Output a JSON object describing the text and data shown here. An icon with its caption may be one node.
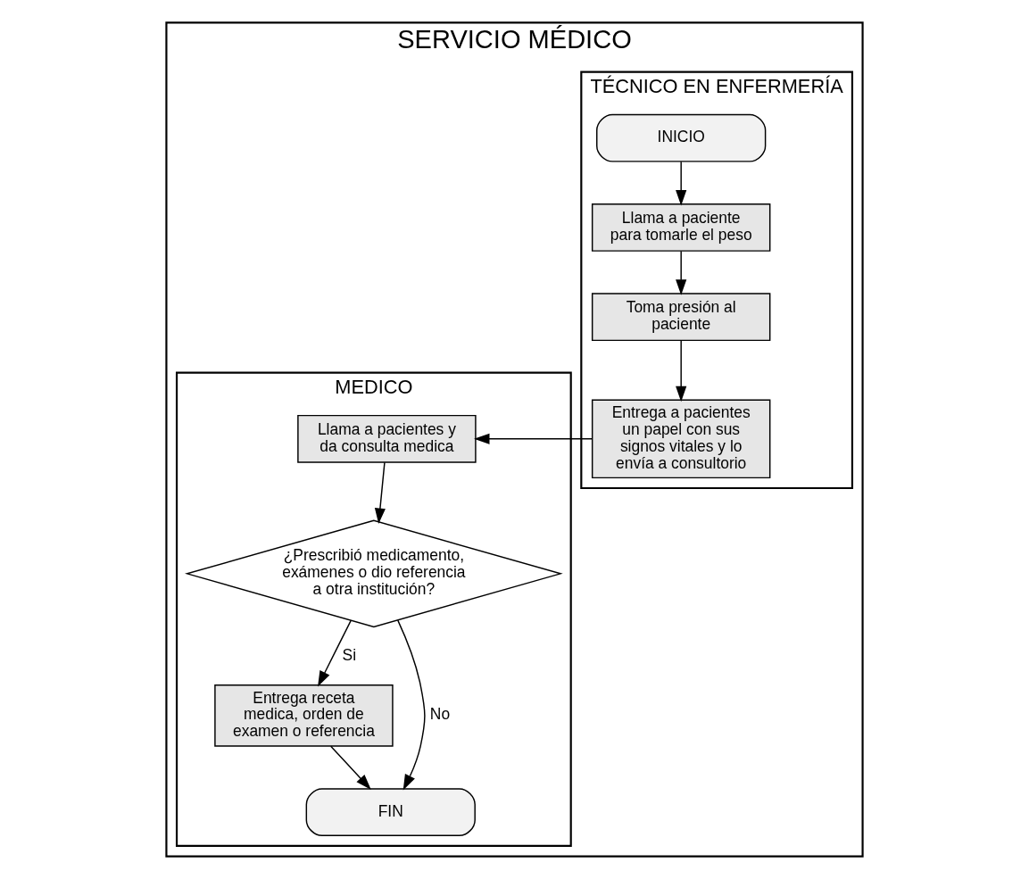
{
  "diagram": {
    "nodes": [
      {
        "text": [
          "SERVICIO MÉDICO"
        ]
      },
      {
        "text": [
          "TÉCNICO EN ENFERMERÍA"
        ],
        "in": 0
      },
      {
        "text": [
          "MEDICO"
        ],
        "in": 0
      },
      {
        "text": [
          "INICIO"
        ],
        "in": 1
      },
      {
        "text": [
          "Llama a paciente para tomarle el peso"
        ],
        "in": 1
      },
      {
        "text": [
          "Toma presión al paciente"
        ],
        "in": 1
      },
      {
        "text": [
          "Entrega a pacientes un papel con sus signos vitales y lo envía a consultorio"
        ],
        "in": 1
      },
      {
        "text": [
          "Llama a pacientes y da consulta medica"
        ],
        "in": 2
      },
      {
        "text": [
          "¿Prescribió medicamento, exámenes o dio referencia a otra institución?"
        ],
        "in": 2
      },
      {
        "text": [
          "Entrega receta medica, orden de examen o referencia"
        ],
        "in": 2
      },
      {
        "text": [
          "FIN"
        ],
        "in": 2
      }
    ],
    "edges": [
      {
        "from": 3,
        "to": 4,
        "arrow": "to"
      },
      {
        "from": 4,
        "to": 5,
        "arrow": "to"
      },
      {
        "from": 5,
        "to": 6,
        "arrow": "to"
      },
      {
        "from": 6,
        "to": 7,
        "arrow": "to"
      },
      {
        "from": 7,
        "to": 8,
        "arrow": "to"
      },
      {
        "from": 8,
        "to": 9,
        "label": "Si",
        "arrow": "to"
      },
      {
        "from": 8,
        "to": 10,
        "label": "No",
        "arrow": "to"
      },
      {
        "from": 9,
        "to": 10,
        "arrow": "to"
      }
    ]
  }
}
